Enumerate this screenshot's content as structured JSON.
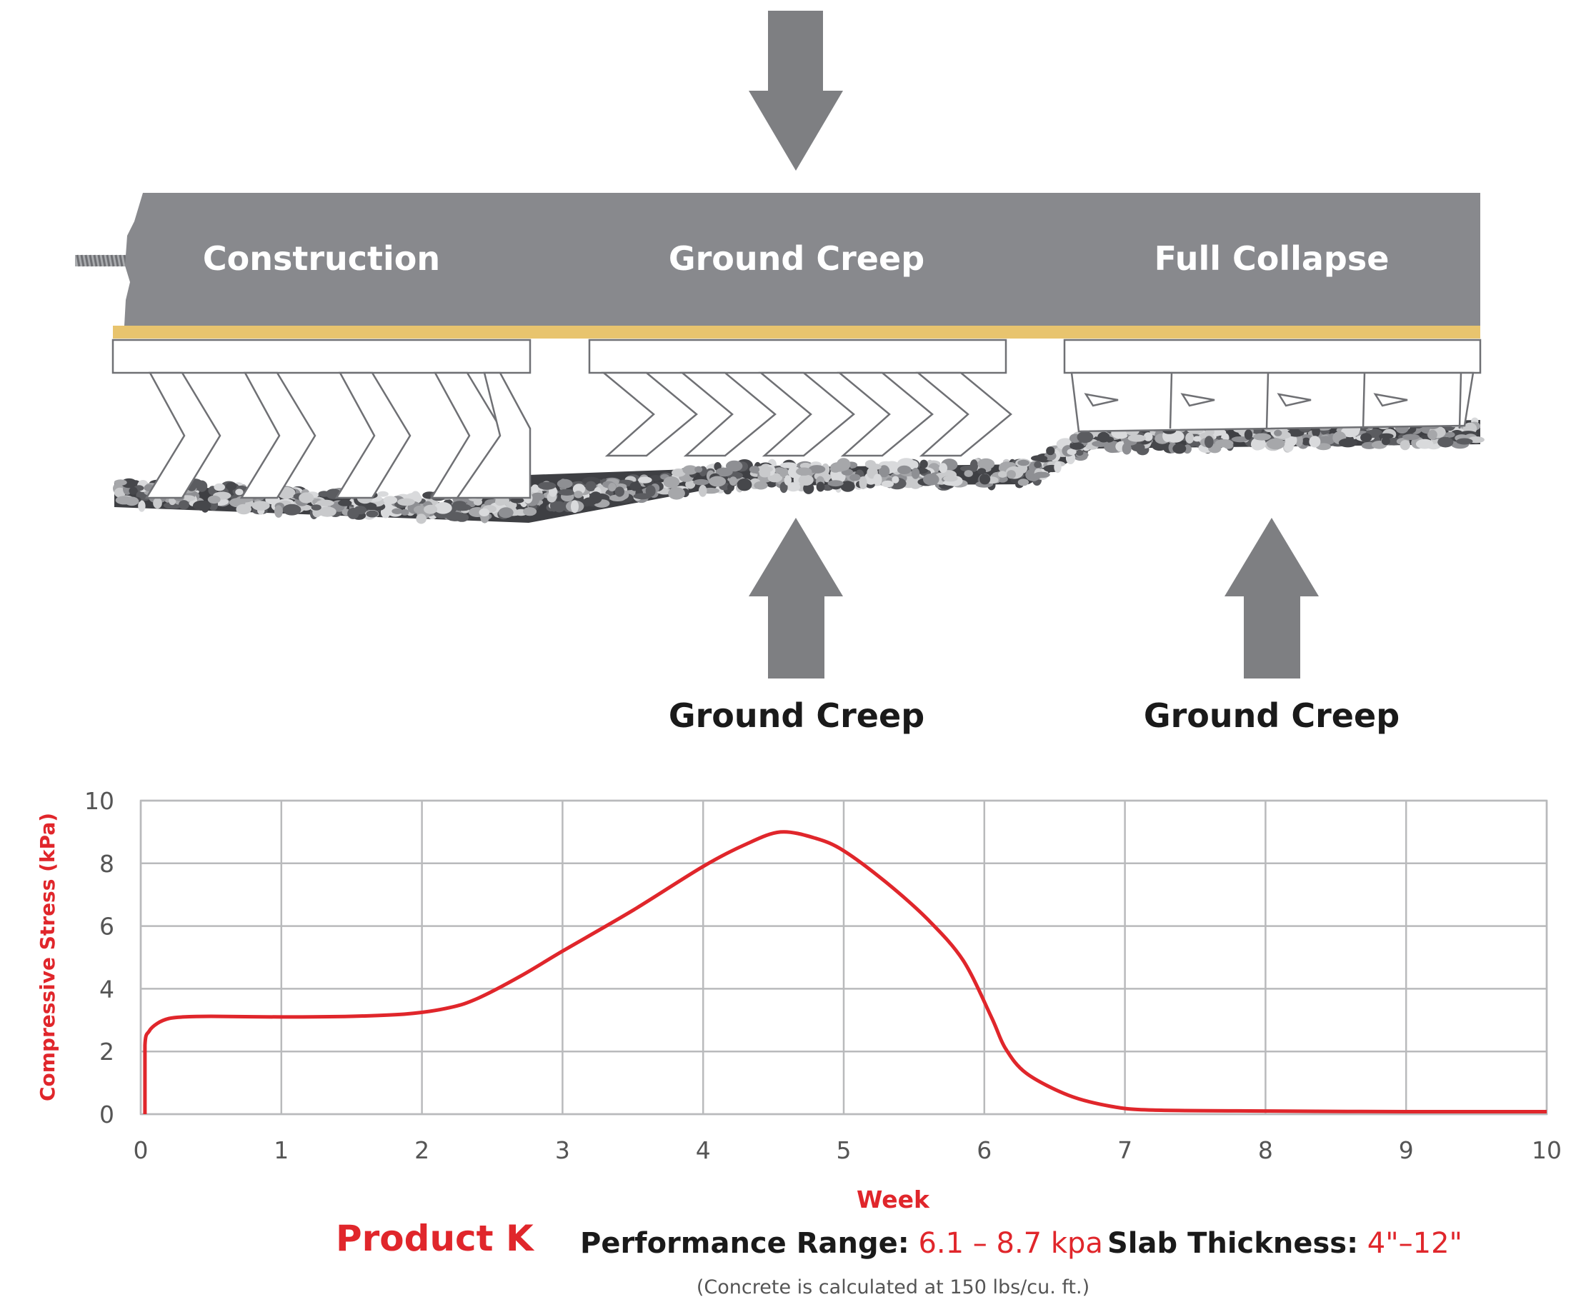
{
  "illustration": {
    "stages": [
      "Construction",
      "Ground Creep",
      "Full Collapse"
    ],
    "up_arrow_labels": [
      "Ground Creep",
      "Ground Creep"
    ],
    "colors": {
      "slab": "#88898d",
      "foam_band": "#e8c46e",
      "arrow": "#7e7f82",
      "gravel_dark": "#5b5c60",
      "gravel_light": "#c9cacc"
    }
  },
  "chart_data": {
    "type": "line",
    "xlabel": "Week",
    "ylabel": "Compressive Stress (kPa)",
    "xlim": [
      0,
      10
    ],
    "ylim": [
      0,
      10
    ],
    "xticks": [
      0,
      1,
      2,
      3,
      4,
      5,
      6,
      7,
      8,
      9,
      10
    ],
    "yticks": [
      0,
      2,
      4,
      6,
      8,
      10
    ],
    "grid": true,
    "line_color": "#e0262b",
    "x": [
      0.03,
      0.03,
      0.06,
      0.12,
      0.2,
      0.3,
      0.5,
      1.0,
      1.5,
      1.9,
      2.2,
      2.4,
      2.7,
      3.0,
      3.5,
      4.0,
      4.3,
      4.55,
      4.8,
      5.0,
      5.3,
      5.6,
      5.85,
      6.05,
      6.15,
      6.3,
      6.6,
      6.9,
      7.2,
      8.0,
      9.0,
      10.0
    ],
    "y": [
      0.0,
      2.2,
      2.65,
      2.9,
      3.05,
      3.1,
      3.12,
      3.1,
      3.12,
      3.2,
      3.4,
      3.7,
      4.4,
      5.2,
      6.5,
      7.9,
      8.6,
      9.0,
      8.8,
      8.4,
      7.4,
      6.2,
      4.9,
      3.1,
      2.1,
      1.3,
      0.6,
      0.25,
      0.13,
      0.1,
      0.08,
      0.08
    ]
  },
  "product": {
    "name": "Product K",
    "range_label": "Performance Range:",
    "range_value": "6.1 – 8.7 kpa",
    "slab_label": "Slab Thickness:",
    "slab_value": "4\"–12\"",
    "note": "(Concrete is calculated at 150 lbs/cu. ft.)"
  }
}
